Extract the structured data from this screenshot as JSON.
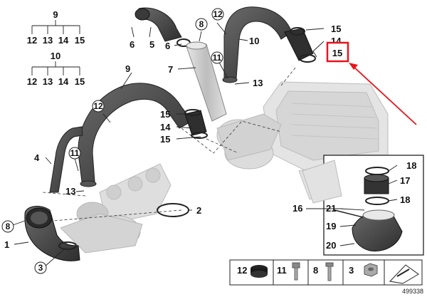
{
  "tree_9": {
    "root": "9",
    "children": [
      "12",
      "13",
      "14",
      "15"
    ]
  },
  "tree_10": {
    "root": "10",
    "children": [
      "12",
      "13",
      "14",
      "15"
    ]
  },
  "callouts": {
    "c1": "1",
    "c2": "2",
    "c3": "3",
    "c4": "4",
    "c5": "5",
    "c6a": "6",
    "c6b": "6",
    "c7": "7",
    "c8a": "8",
    "c9": "9",
    "c10": "10",
    "c11a": "11",
    "c11b": "11",
    "c12a": "12",
    "c12b": "12",
    "c13a": "13",
    "c13b": "13",
    "c14a": "14",
    "c14b": "14",
    "c15a": "15",
    "c15b": "15",
    "c15c": "15",
    "c15hl": "15",
    "c16": "16",
    "c17": "17",
    "c18a": "18",
    "c18b": "18",
    "c19": "19",
    "c20": "20",
    "c21": "21"
  },
  "legend": [
    {
      "num": "12",
      "icon": "grommet-icon"
    },
    {
      "num": "11",
      "icon": "bolt-icon"
    },
    {
      "num": "8",
      "icon": "screw-icon"
    },
    {
      "num": "3",
      "icon": "hex-nut-icon"
    }
  ],
  "catalog_number": "499338",
  "colors": {
    "highlight": "#e8141b",
    "hose": "#4a4a4a",
    "ghost": "#cfcfcf"
  }
}
